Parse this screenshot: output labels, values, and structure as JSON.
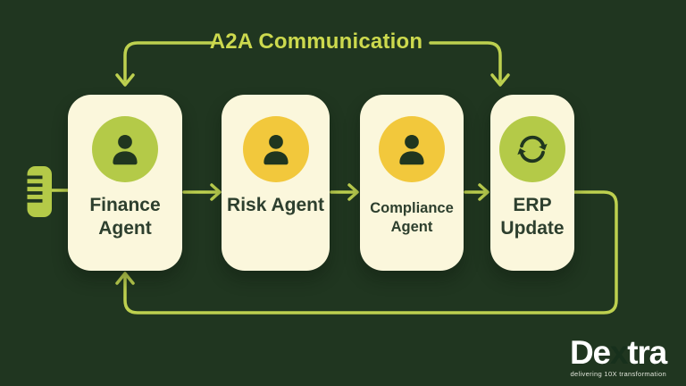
{
  "title": "A2A Communication",
  "cards": [
    {
      "label": "Finance Agent",
      "icon": "user-icon",
      "circle_color": "#b4ca48"
    },
    {
      "label": "Risk Agent",
      "icon": "user-icon",
      "circle_color": "#f2c83c"
    },
    {
      "label": "Compliance Agent",
      "icon": "user-icon",
      "circle_color": "#f2c83c"
    },
    {
      "label": "ERP Update",
      "icon": "sync-icon",
      "circle_color": "#b4ca48"
    }
  ],
  "logo": {
    "brand_prefix": "De",
    "brand_accent": "x",
    "brand_suffix": "tra",
    "tagline": "delivering 10X transformation"
  },
  "colors": {
    "background": "#203620",
    "card": "#fbf7dc",
    "line_accent": "#bdd04f",
    "title_text": "#ccd94e",
    "icon_dark": "#20361f",
    "circle_green": "#b4ca48",
    "circle_yellow": "#f2c83c",
    "brand_white": "#ffffff",
    "brand_x_dark": "#17301c"
  }
}
